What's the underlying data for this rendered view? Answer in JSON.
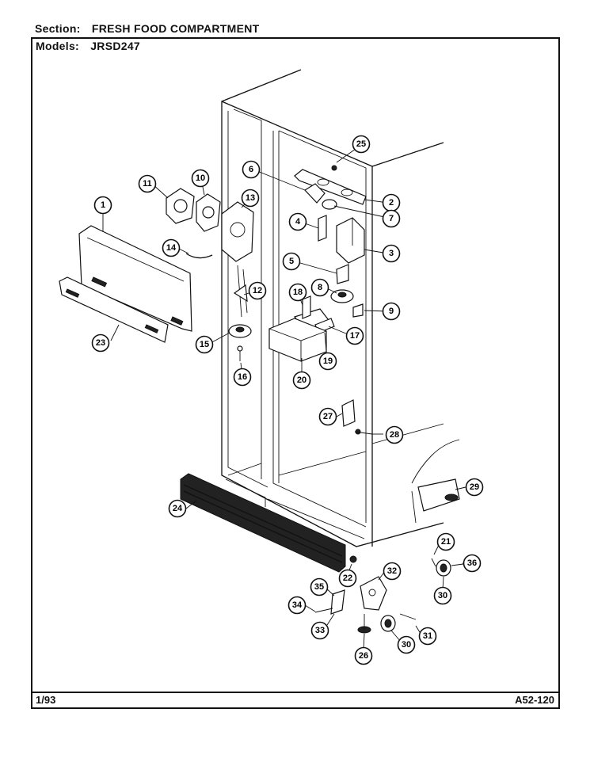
{
  "header": {
    "section_label": "Section:",
    "section_value": "FRESH FOOD COMPARTMENT",
    "models_label": "Models:",
    "models_value": "JRSD247"
  },
  "footer": {
    "date": "1/93",
    "page_code": "A52-120"
  },
  "callouts": [
    "1",
    "2",
    "3",
    "4",
    "5",
    "6",
    "7",
    "8",
    "9",
    "10",
    "11",
    "12",
    "13",
    "14",
    "15",
    "16",
    "17",
    "18",
    "19",
    "20",
    "21",
    "22",
    "23",
    "24",
    "25",
    "26",
    "27",
    "28",
    "29",
    "30",
    "30",
    "31",
    "32",
    "33",
    "34",
    "35",
    "36"
  ]
}
